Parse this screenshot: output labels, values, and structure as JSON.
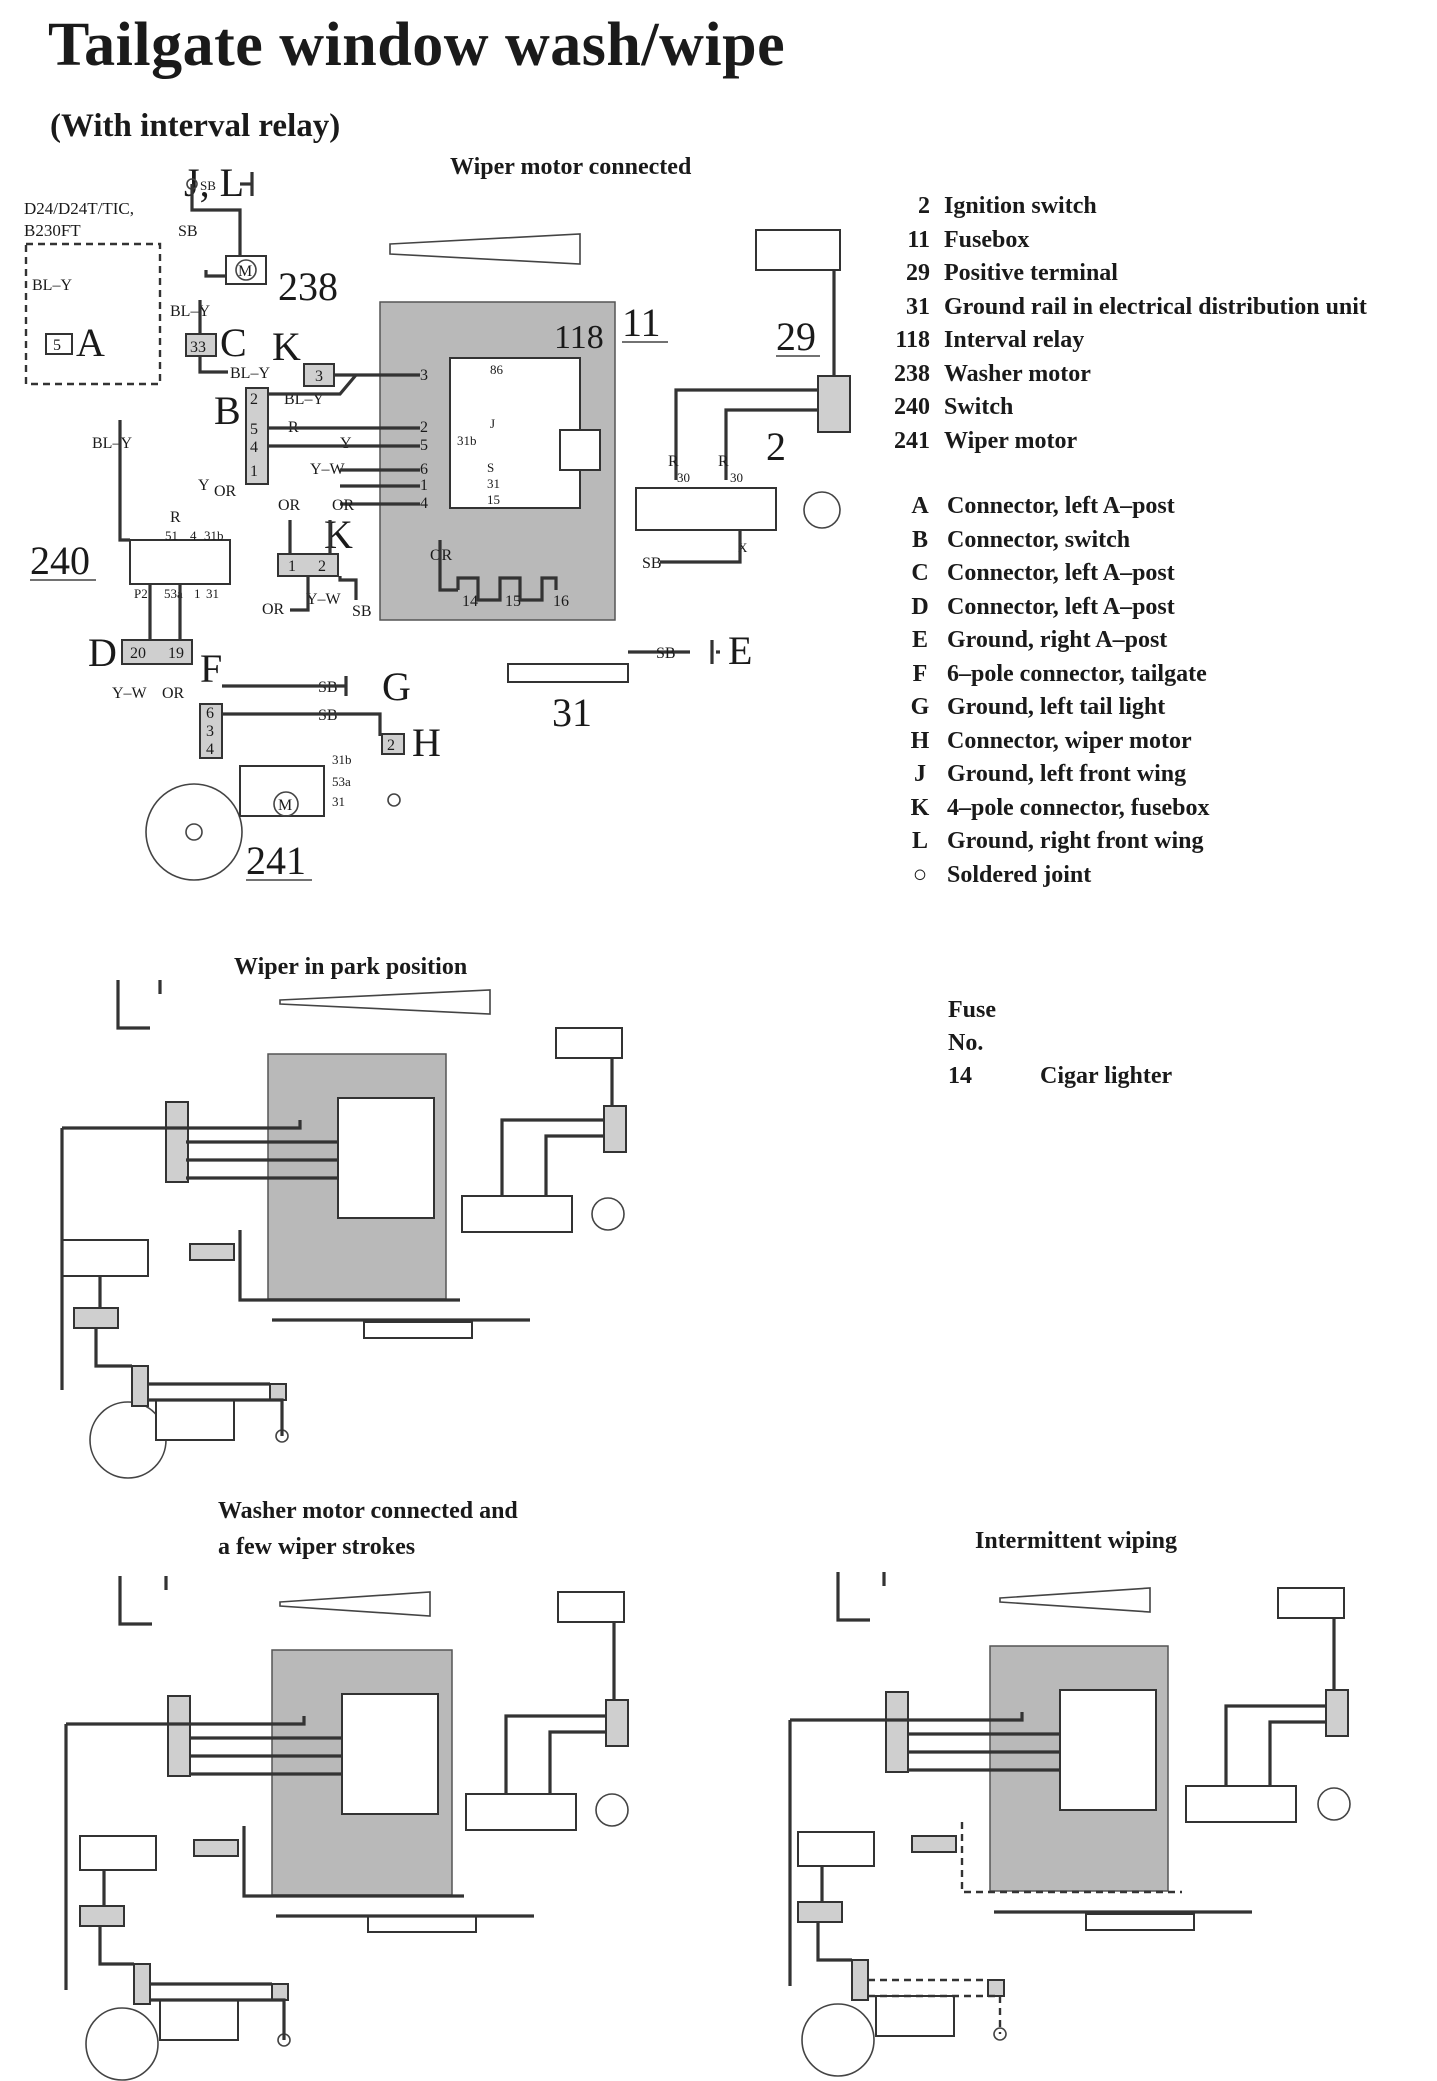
{
  "title": "Tailgate window wash/wipe",
  "subtitle": "(With interval relay)",
  "panels": {
    "main": "Wiper motor connected",
    "park": "Wiper in park position",
    "washer_line1": "Washer motor connected and",
    "washer_line2": "a few wiper strokes",
    "intermittent": "Intermittent wiping"
  },
  "variant_note": [
    "D24/D24T/TIC,",
    "B230FT"
  ],
  "components": [
    {
      "num": "2",
      "name": "Ignition switch"
    },
    {
      "num": "11",
      "name": "Fusebox"
    },
    {
      "num": "29",
      "name": "Positive terminal"
    },
    {
      "num": "31",
      "name": "Ground rail in electrical distribution unit"
    },
    {
      "num": "118",
      "name": "Interval relay"
    },
    {
      "num": "238",
      "name": "Washer motor"
    },
    {
      "num": "240",
      "name": "Switch"
    },
    {
      "num": "241",
      "name": "Wiper motor"
    }
  ],
  "connectors": [
    {
      "letter": "A",
      "name": "Connector, left A–post"
    },
    {
      "letter": "B",
      "name": "Connector, switch"
    },
    {
      "letter": "C",
      "name": "Connector, left A–post"
    },
    {
      "letter": "D",
      "name": "Connector, left A–post"
    },
    {
      "letter": "E",
      "name": "Ground, right A–post"
    },
    {
      "letter": "F",
      "name": "6–pole connector, tailgate"
    },
    {
      "letter": "G",
      "name": "Ground, left tail light"
    },
    {
      "letter": "H",
      "name": "Connector, wiper motor"
    },
    {
      "letter": "J",
      "name": "Ground, left front wing"
    },
    {
      "letter": "K",
      "name": "4–pole connector, fusebox"
    },
    {
      "letter": "L",
      "name": "Ground, right front wing"
    },
    {
      "letter": "○",
      "name": "Soldered joint"
    }
  ],
  "fuse_table": {
    "header1": "Fuse",
    "header2": "No.",
    "rows": [
      {
        "num": "14",
        "name": "Cigar lighter"
      }
    ]
  },
  "diagram_labels": {
    "JL": "J, L",
    "n238": "238",
    "n118": "118",
    "n11": "11",
    "n29": "29",
    "n2": "2",
    "n240": "240",
    "n31": "31",
    "n241": "241",
    "A": "A",
    "B": "B",
    "C": "C",
    "D": "D",
    "E": "E",
    "F": "F",
    "G": "G",
    "H": "H",
    "K": "K",
    "SB": "SB",
    "BLY": "BL–Y",
    "R": "R",
    "Y": "Y",
    "OR": "OR",
    "YW": "Y–W",
    "YW2": "Y–W",
    "p5": "5",
    "p33": "33",
    "p3": "3",
    "p20": "20",
    "p19": "19",
    "p1": "1",
    "p2": "2",
    "p4": "4",
    "p6": "6",
    "r86": "86",
    "rJ": "J",
    "r31b": "31b",
    "rS": "S",
    "r31": "31",
    "r15": "15",
    "t14": "14",
    "t15": "15",
    "t16": "16",
    "t30": "30",
    "m31b": "31b",
    "m53a": "53a",
    "m31": "31",
    "s51": "51",
    "s4": "4",
    "s31b": "31b",
    "sP2": "P2",
    "s53a": "53a",
    "s1": "1",
    "s31": "31",
    "X": "X"
  }
}
